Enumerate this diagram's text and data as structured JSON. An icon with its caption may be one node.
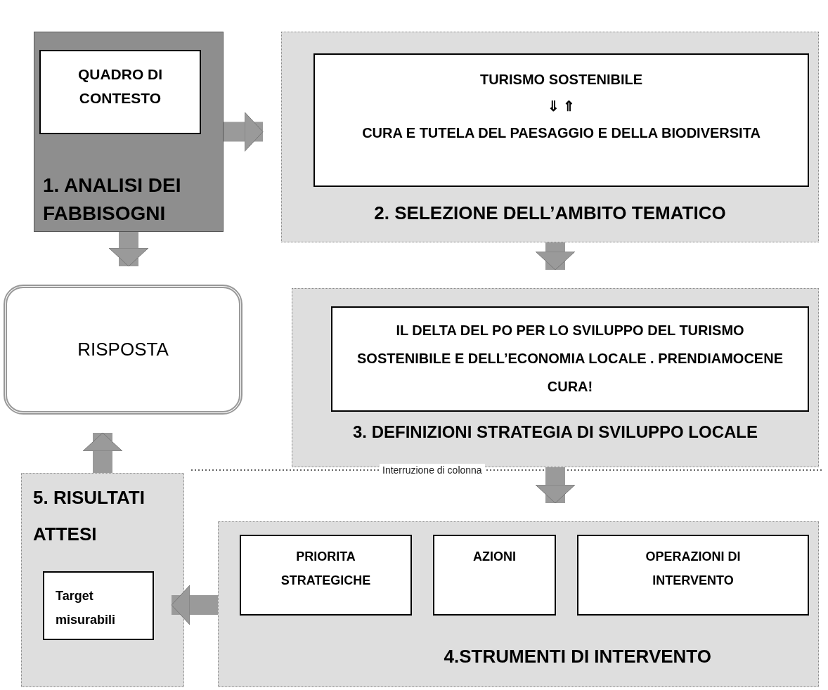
{
  "diagram": {
    "nodes": [
      {
        "text": [
          "1. ANALISI DEI FABBISOGNI"
        ]
      },
      {
        "text": [
          "QUADRO DI CONTESTO"
        ],
        "in": 0
      },
      {
        "text": [
          "2. SELEZIONE DELL’AMBITO TEMATICO"
        ]
      },
      {
        "text": [
          "TURISMO SOSTENIBILE",
          "⇓ ⇑",
          "CURA E TUTELA DEL PAESAGGIO E DELLA BIODIVERSITA"
        ],
        "in": 2
      },
      {
        "text": [
          "RISPOSTA"
        ]
      },
      {
        "text": [
          "3. DEFINIZIONI STRATEGIA DI SVILUPPO LOCALE"
        ]
      },
      {
        "text": [
          "IL DELTA DEL PO PER LO SVILUPPO DEL TURISMO SOSTENIBILE E DELL’ECONOMIA LOCALE . PRENDIAMOCENE CURA!"
        ],
        "in": 5
      },
      {
        "text": [
          "5. RISULTATI ATTESI"
        ]
      },
      {
        "text": [
          "Target misurabili"
        ],
        "in": 7
      },
      {
        "text": [
          "4.STRUMENTI DI INTERVENTO"
        ]
      },
      {
        "text": [
          "PRIORITA STRATEGICHE"
        ],
        "in": 9
      },
      {
        "text": [
          "AZIONI"
        ],
        "in": 9
      },
      {
        "text": [
          "OPERAZIONI DI INTERVENTO"
        ],
        "in": 9
      }
    ],
    "edges": [
      {
        "from": 0,
        "to": 2,
        "arrow": "to"
      },
      {
        "from": 0,
        "to": 4,
        "arrow": "to"
      },
      {
        "from": 2,
        "to": 5,
        "arrow": "to"
      },
      {
        "from": 5,
        "to": 9,
        "arrow": "to"
      },
      {
        "from": 7,
        "to": 4,
        "arrow": "to"
      },
      {
        "from": 9,
        "to": 8,
        "arrow": "to"
      }
    ],
    "labels": [
      "Interruzione di colonna"
    ]
  }
}
